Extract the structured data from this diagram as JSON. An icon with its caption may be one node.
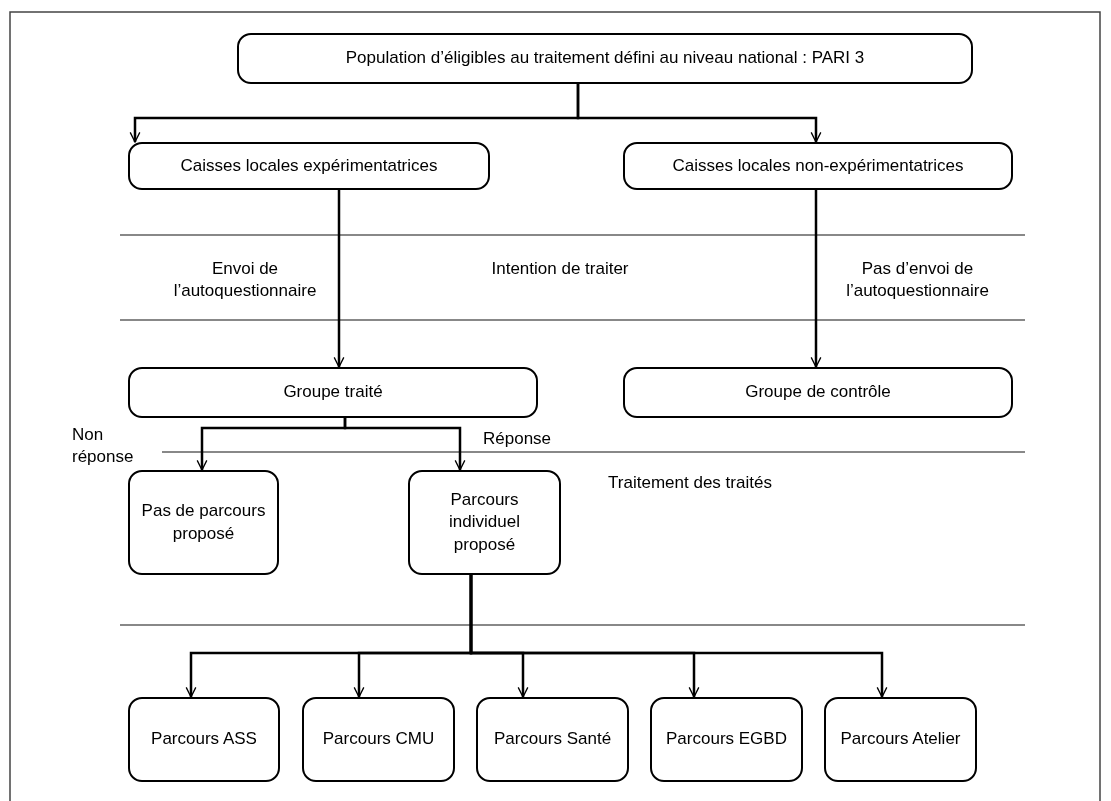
{
  "diagram": {
    "nodes": [
      {
        "text": [
          "Population d’éligibles au traitement défini au niveau national : PARI 3"
        ]
      },
      {
        "text": [
          "Caisses locales expérimentatrices"
        ]
      },
      {
        "text": [
          "Caisses locales non-expérimentatrices"
        ]
      },
      {
        "text": [
          "Groupe traité"
        ]
      },
      {
        "text": [
          "Groupe de contrôle"
        ]
      },
      {
        "text": [
          "Pas de parcours proposé"
        ]
      },
      {
        "text": [
          "Parcours individuel proposé"
        ]
      },
      {
        "text": [
          "Parcours ASS"
        ]
      },
      {
        "text": [
          "Parcours CMU"
        ]
      },
      {
        "text": [
          "Parcours Santé"
        ]
      },
      {
        "text": [
          "Parcours EGBD"
        ]
      },
      {
        "text": [
          "Parcours Atelier"
        ]
      }
    ],
    "edges": [
      {
        "from": 0,
        "to": 1,
        "arrow": "to"
      },
      {
        "from": 0,
        "to": 2,
        "arrow": "to"
      },
      {
        "from": 1,
        "to": 3,
        "arrow": "to"
      },
      {
        "from": 2,
        "to": 4,
        "arrow": "to"
      },
      {
        "from": 3,
        "to": 5,
        "arrow": "to",
        "label": "Non réponse"
      },
      {
        "from": 3,
        "to": 6,
        "arrow": "to",
        "label": "Réponse"
      },
      {
        "from": 6,
        "to": 7,
        "arrow": "to"
      },
      {
        "from": 6,
        "to": 8,
        "arrow": "to"
      },
      {
        "from": 6,
        "to": 9,
        "arrow": "to"
      },
      {
        "from": 6,
        "to": 10,
        "arrow": "to"
      },
      {
        "from": 6,
        "to": 11,
        "arrow": "to"
      }
    ],
    "labels": [
      "Envoi de l’autoquestionnaire",
      "Intention de traiter",
      "Pas d’envoi de l’autoquestionnaire",
      "Traitement des traités"
    ]
  }
}
